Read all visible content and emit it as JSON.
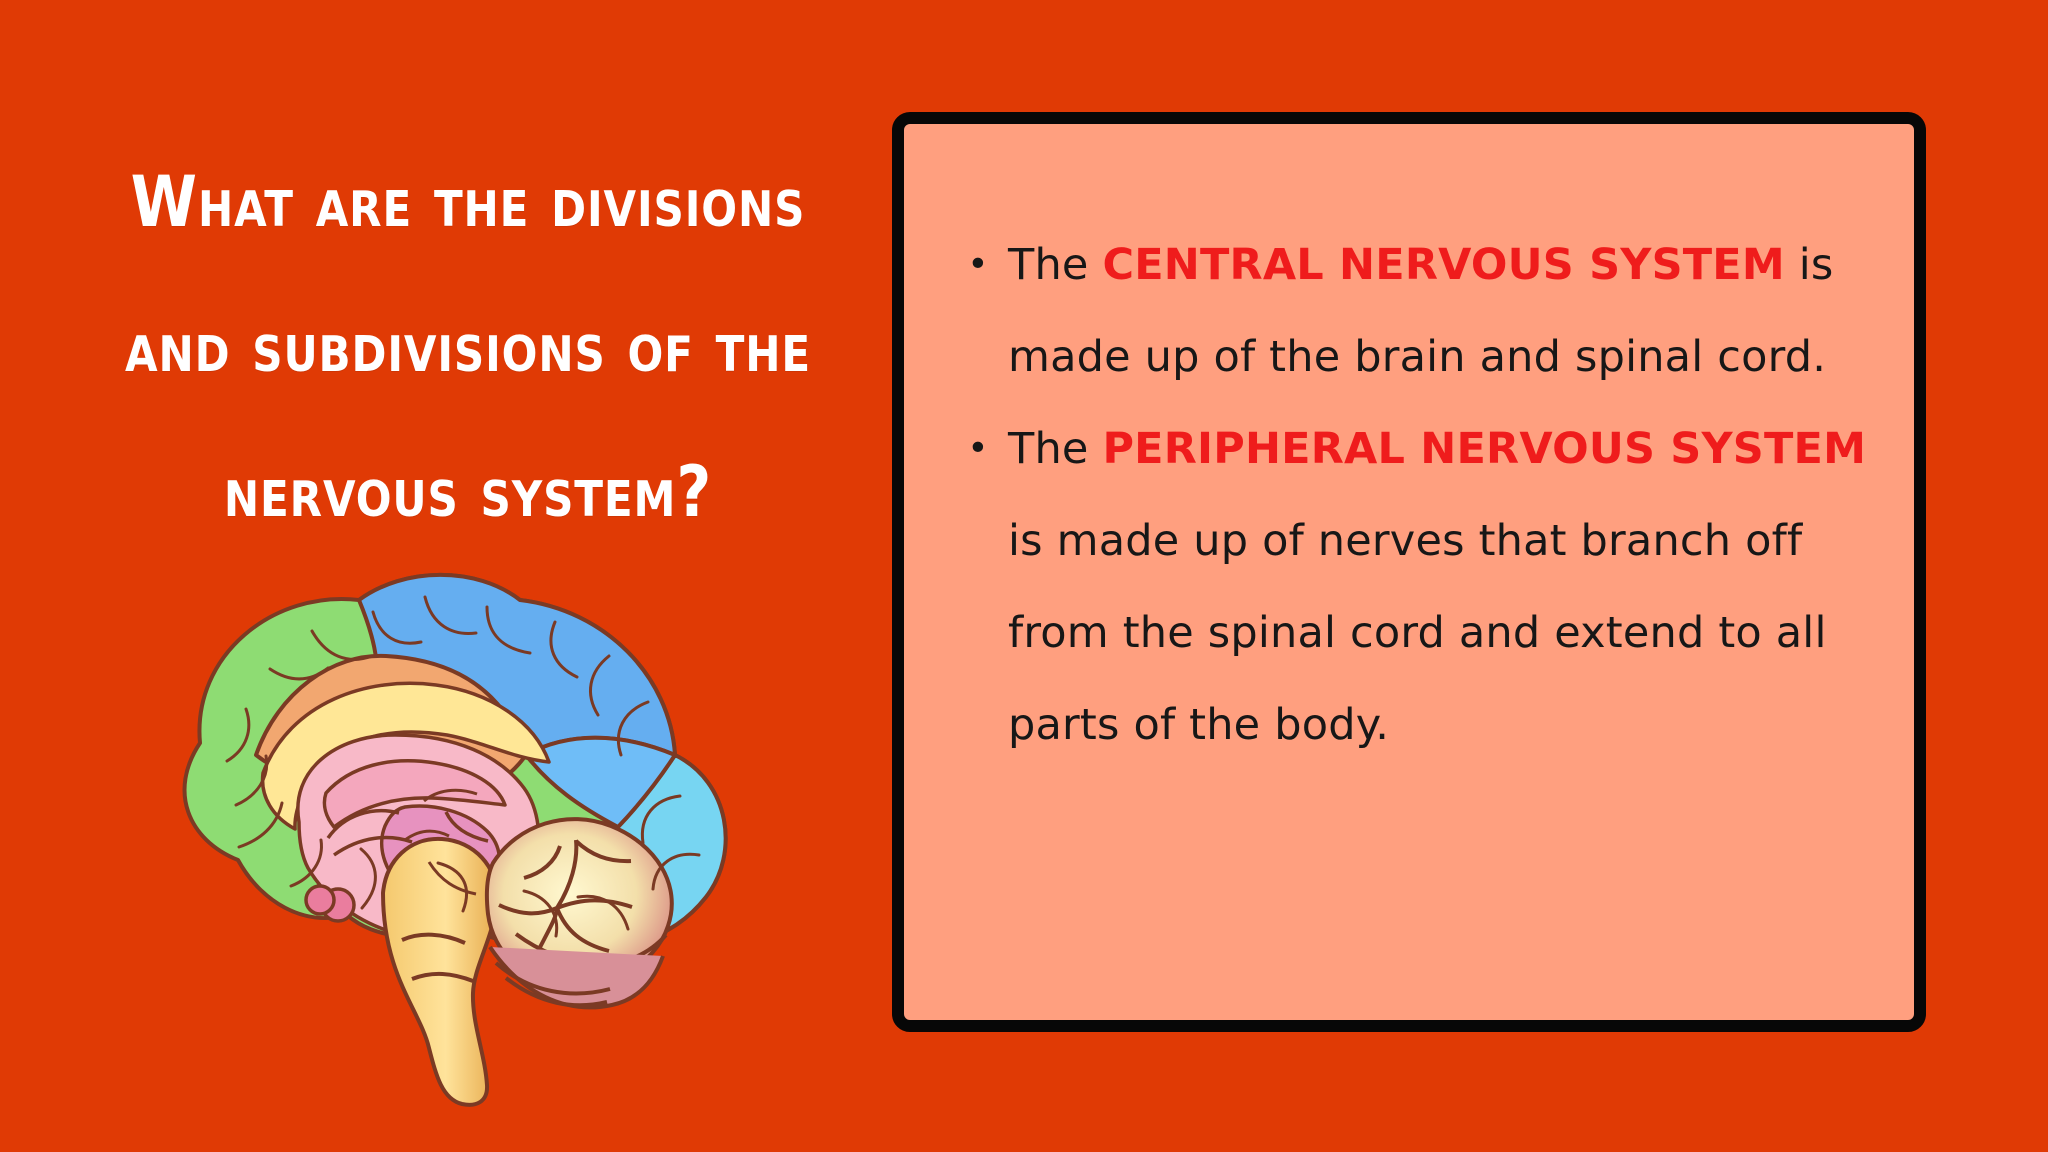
{
  "heading": {
    "line1": "What are the divisions",
    "line2": "and subdivisions of the",
    "line3": "nervous system?"
  },
  "bullets": [
    {
      "lead": "The ",
      "highlight": "CENTRAL NERVOUS SYSTEM",
      "tail": " is made up of the brain and spinal cord."
    },
    {
      "lead": "The ",
      "highlight": "PERIPHERAL NERVOUS SYSTEM",
      "tail": " is made up of nerves that branch off from the spinal cord and extend to all parts of the body."
    }
  ],
  "colors": {
    "background": "#e03a05",
    "panel": "#ff9f7f",
    "panel_border": "#070707",
    "heading_text": "#ffffff",
    "body_text": "#171717",
    "highlight": "#ef1c1c"
  },
  "icons": {
    "brain": "brain-illustration"
  }
}
